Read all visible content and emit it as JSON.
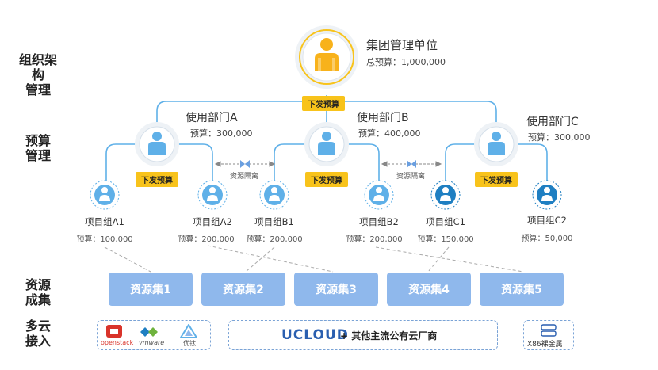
{
  "rows": {
    "org": "组织架构\n管理",
    "budget": "预算\n管理",
    "resource": "资源\n成集",
    "cloud": "多云\n接入"
  },
  "top": {
    "title": "集团管理单位",
    "budget": "总预算：1,000,000",
    "tag": "下发预算"
  },
  "departments": [
    {
      "name": "使用部门A",
      "budget": "预算：300,000",
      "tag": "下发预算"
    },
    {
      "name": "使用部门B",
      "budget": "预算：400,000",
      "tag": "下发预算"
    },
    {
      "name": "使用部门C",
      "budget": "预算：300,000",
      "tag": "下发预算"
    }
  ],
  "isolation_label": "资源隔离",
  "groups": [
    {
      "name": "项目组A1",
      "budget": "预算：100,000"
    },
    {
      "name": "项目组A2",
      "budget": "预算：200,000"
    },
    {
      "name": "项目组B1",
      "budget": "预算：200,000"
    },
    {
      "name": "项目组B2",
      "budget": "预算：200,000"
    },
    {
      "name": "项目组C1",
      "budget": "预算：150,000"
    },
    {
      "name": "项目组C2",
      "budget": "预算：50,000"
    }
  ],
  "resources": [
    "资源集1",
    "资源集2",
    "资源集3",
    "资源集4",
    "资源集5"
  ],
  "cloud": {
    "logos": [
      "openstack",
      "vmware",
      "优钛"
    ],
    "ucloud": "UCLOUD",
    "others": "+ 其他主流公有云厂商",
    "baremetal": "X86裸金属"
  },
  "colors": {
    "accent": "#f8c31b",
    "blue_light": "#5fb0e8",
    "blue_dark": "#1f7fc2",
    "resource": "#8fb8ec"
  }
}
